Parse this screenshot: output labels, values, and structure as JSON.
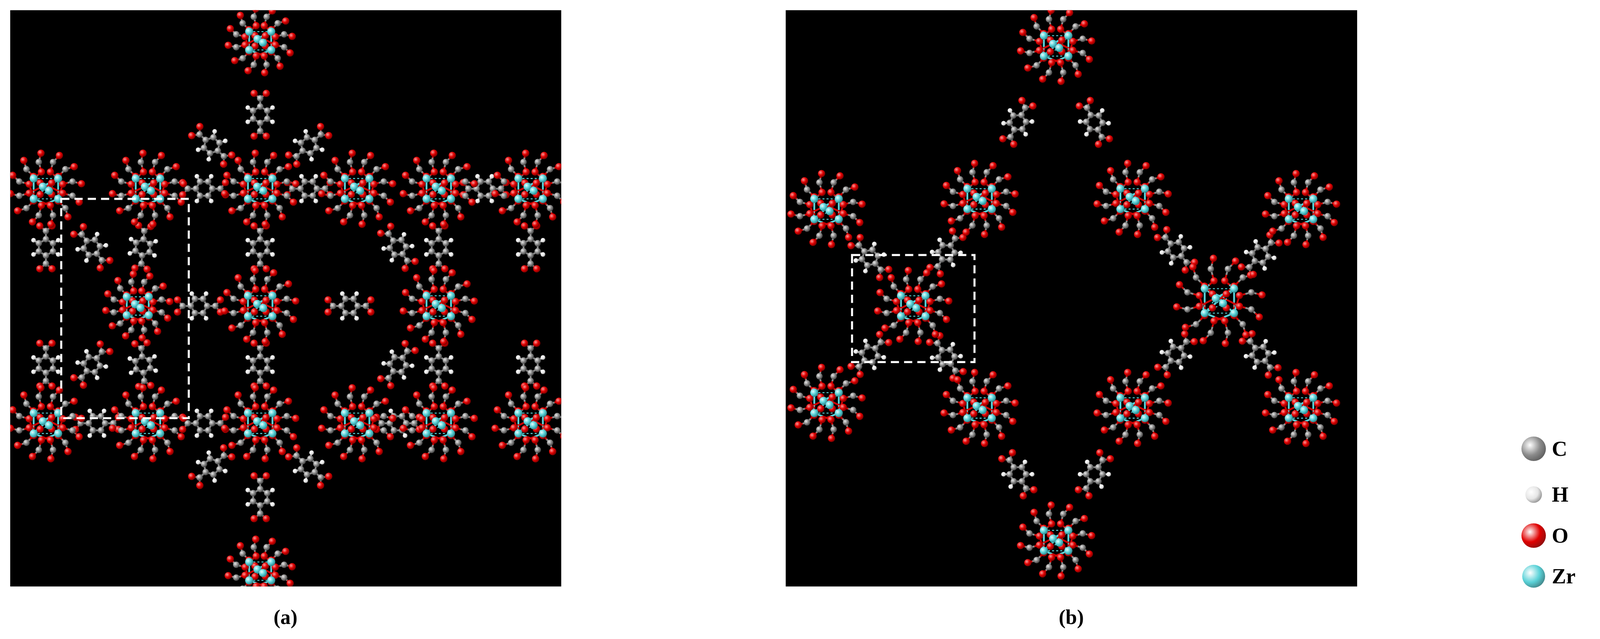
{
  "diagram": {
    "labels": [
      "(a)",
      "(b)"
    ],
    "legend": [
      {
        "text": "C",
        "color": "#8c8c8c"
      },
      {
        "text": "H",
        "color": "#e6e6e6"
      },
      {
        "text": "O",
        "color": "#e00000"
      },
      {
        "text": "Zr",
        "color": "#5ad2d8"
      }
    ]
  }
}
